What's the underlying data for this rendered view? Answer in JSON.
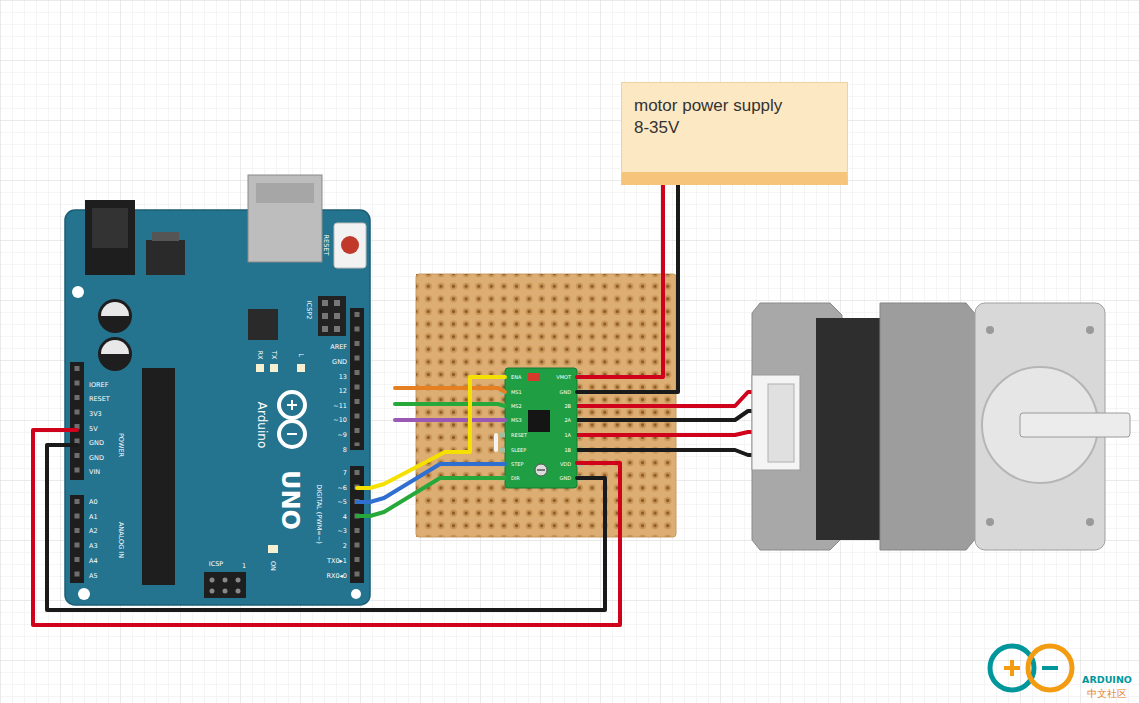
{
  "diagram": {
    "nodes": [
      {
        "text": [
          "motor power supply 8-35V"
        ]
      },
      {
        "text": [
          "RESET",
          "ICSP2",
          "RX",
          "TX",
          "L",
          "AREF",
          "GND",
          "13",
          "12",
          "~11",
          "~10",
          "~9",
          "8",
          "7",
          "~6",
          "~5",
          "4",
          "~3",
          "2",
          "TX0▸1",
          "RX0◂0",
          "DIGITAL (PWM=~)",
          "Arduino",
          "UNO",
          "ON",
          "ICSP",
          "1",
          "IOREF",
          "RESET",
          "3V3",
          "5V",
          "GND",
          "GND",
          "VIN",
          "POWER",
          "A0",
          "A1",
          "A2",
          "A3",
          "A4",
          "A5",
          "ANALOG IN"
        ]
      },
      {
        "text": [
          "ENA",
          "MS1",
          "MS2",
          "MS3",
          "RESET",
          "SLEEP",
          "STEP",
          "DIR",
          "VMOT",
          "GND",
          "2B",
          "2A",
          "1A",
          "1B",
          "VDD",
          "GND"
        ]
      }
    ],
    "edges": [
      {
        "from": 0,
        "to": 2,
        "arrow": "none"
      },
      {
        "from": 0,
        "to": 2,
        "arrow": "none"
      },
      {
        "from": 1,
        "to": 2,
        "arrow": "none"
      },
      {
        "from": 1,
        "to": 2,
        "arrow": "none"
      },
      {
        "from": 1,
        "to": 2,
        "arrow": "none"
      },
      {
        "from": 1,
        "to": 2,
        "arrow": "none"
      },
      {
        "from": 1,
        "to": 2,
        "arrow": "none"
      }
    ],
    "labels": [
      "ARDUINO",
      "中文社区"
    ]
  }
}
